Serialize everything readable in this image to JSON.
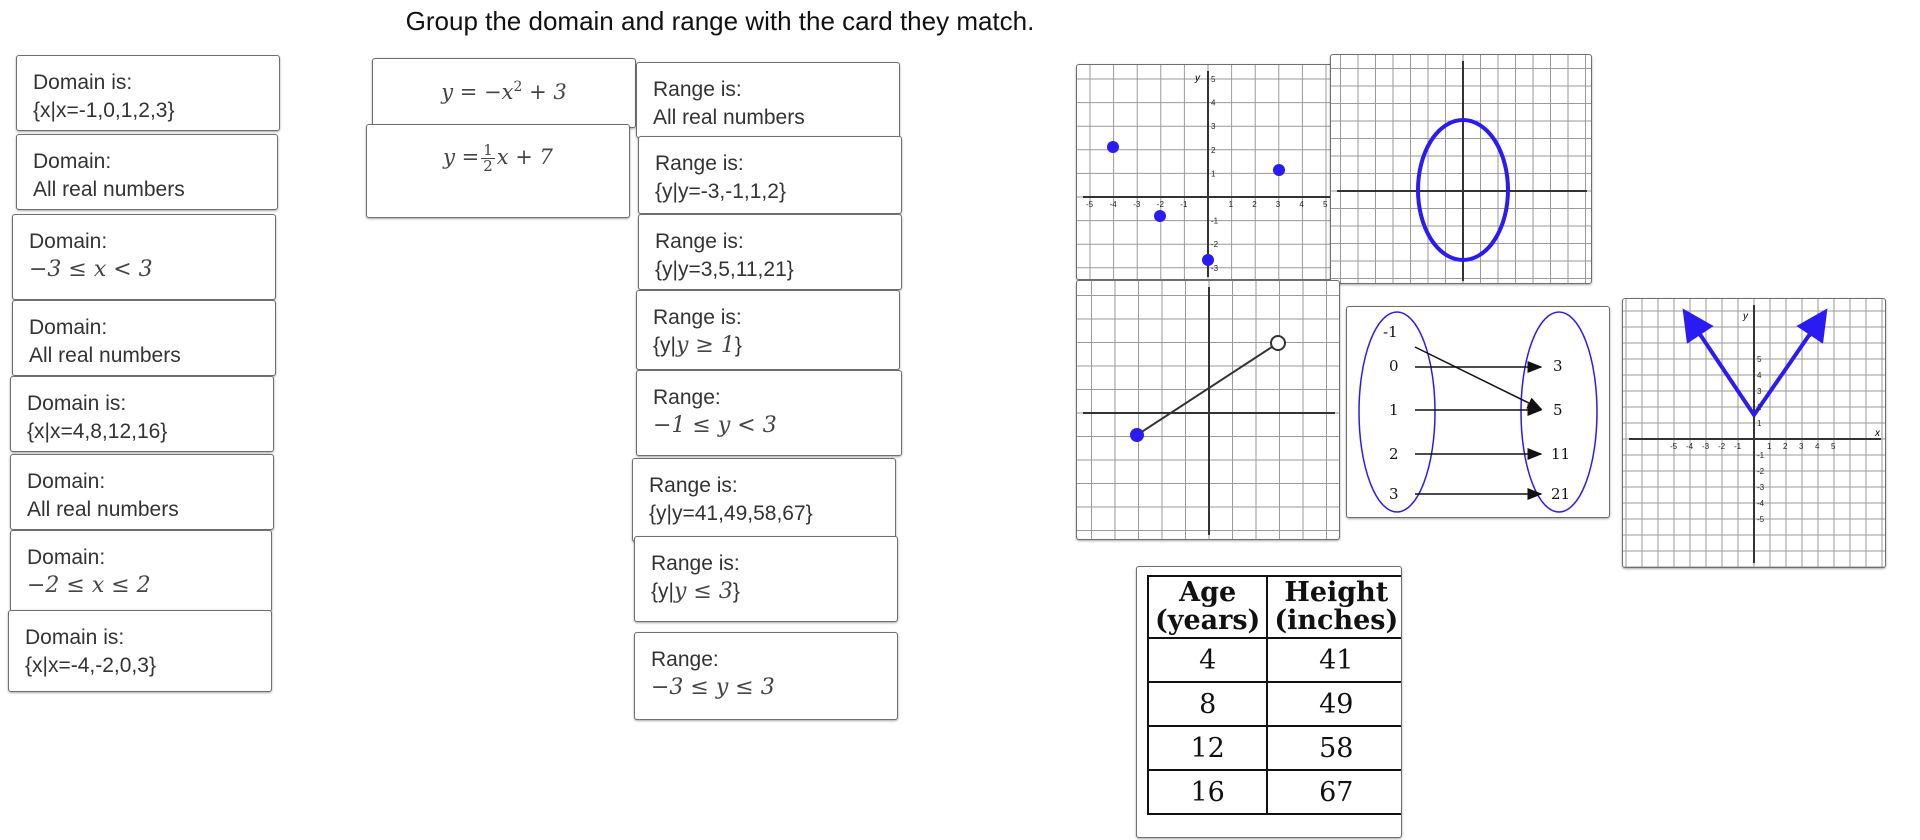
{
  "title": "Group the domain and range with the card they match.",
  "domain_cards": [
    {
      "line1": "Domain is:",
      "line2": "{x|x=-1,0,1,2,3}"
    },
    {
      "line1": "Domain:",
      "line2": "All real numbers"
    },
    {
      "line1": "Domain:",
      "line2": "−3 ≤ x < 3"
    },
    {
      "line1": "Domain:",
      "line2": "All real numbers"
    },
    {
      "line1": "Domain is:",
      "line2": "{x|x=4,8,12,16}"
    },
    {
      "line1": "Domain:",
      "line2": "All real numbers"
    },
    {
      "line1": "Domain:",
      "line2": "−2 ≤ x ≤ 2"
    },
    {
      "line1": "Domain is:",
      "line2": "{x|x=-4,-2,0,3}"
    }
  ],
  "equation_cards": [
    {
      "lhs": "y = −x",
      "exp": "2",
      "rest": "+ 3"
    },
    {
      "lhs": "y =",
      "num": "1",
      "den": "2",
      "rest": "x + 7"
    }
  ],
  "range_cards": [
    {
      "line1": "Range is:",
      "line2": "All real numbers"
    },
    {
      "line1": "Range is:",
      "line2": "{y|y=-3,-1,1,2}"
    },
    {
      "line1": "Range is:",
      "line2": "{y|y=3,5,11,21}"
    },
    {
      "line1": "Range is:",
      "line2_pre": "{y|",
      "line2_math": "y ≥ 1",
      "line2_post": "}"
    },
    {
      "line1": "Range:",
      "line2": "−1 ≤ y < 3"
    },
    {
      "line1": "Range is:",
      "line2": "{y|y=41,49,58,67}"
    },
    {
      "line1": "Range is:",
      "line2_pre": "{y|",
      "line2_math": "y ≤ 3",
      "line2_post": "}"
    },
    {
      "line1": "Range:",
      "line2": "−3 ≤ y ≤ 3"
    }
  ],
  "graph_labels": {
    "x_axis": "x",
    "y_axis": "y",
    "ticks_pos": [
      "1",
      "2",
      "3",
      "4",
      "5"
    ],
    "ticks_neg": [
      "-1",
      "-2",
      "-3",
      "-4",
      "-5"
    ]
  },
  "mapping": {
    "domain": [
      "-1",
      "0",
      "1",
      "2",
      "3"
    ],
    "range": [
      "3",
      "5",
      "11",
      "21"
    ]
  },
  "table": {
    "headers": [
      "Age\n(years)",
      "Height\n(inches)"
    ],
    "header1_a": "Age",
    "header1_b": "(years)",
    "header2_a": "Height",
    "header2_b": "(inches)",
    "rows": [
      [
        "4",
        "41"
      ],
      [
        "8",
        "49"
      ],
      [
        "12",
        "58"
      ],
      [
        "16",
        "67"
      ]
    ]
  },
  "colors": {
    "accent": "#2a1bf2",
    "card_border": "#6f6f6f",
    "grid": "#9a9a9a"
  }
}
